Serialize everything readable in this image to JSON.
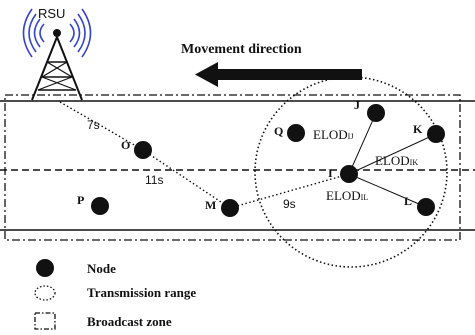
{
  "rsu": {
    "label": "RSU",
    "icon": "antenna-tower-icon"
  },
  "movement": {
    "label": "Movement direction",
    "icon": "arrow-left-icon"
  },
  "nodes": [
    {
      "id": "J",
      "label": "J"
    },
    {
      "id": "Q",
      "label": "Q"
    },
    {
      "id": "K",
      "label": "K"
    },
    {
      "id": "I",
      "label": "I"
    },
    {
      "id": "O",
      "label": "O"
    },
    {
      "id": "P",
      "label": "P"
    },
    {
      "id": "M",
      "label": "M"
    },
    {
      "id": "L",
      "label": "L"
    }
  ],
  "edge_labels": {
    "rsu_o": "7s",
    "o_m": "11s",
    "m_i": "9s",
    "elod_ij": {
      "base": "ELOD",
      "sub": "IJ"
    },
    "elod_ik": {
      "base": "ELOD",
      "sub": "IK"
    },
    "elod_il": {
      "base": "ELOD",
      "sub": "IL"
    }
  },
  "legend": {
    "node": "Node",
    "transmission_range": "Transmission range",
    "broadcast_zone": "Broadcast zone"
  },
  "colors": {
    "ink": "#111111",
    "rsu_waves": "#3344cc"
  }
}
